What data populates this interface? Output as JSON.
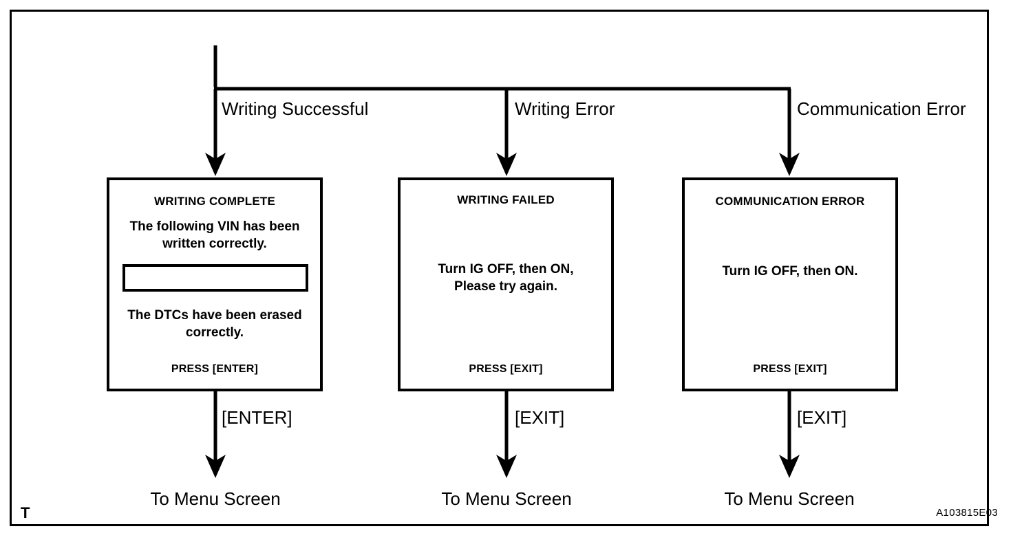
{
  "figure": {
    "corner_mark": "T",
    "code": "A103815E03"
  },
  "branches": [
    {
      "label": "Writing Successful",
      "key": "[ENTER]",
      "terminal": "To Menu Screen"
    },
    {
      "label": "Writing Error",
      "key": "[EXIT]",
      "terminal": "To Menu Screen"
    },
    {
      "label": "Communication Error",
      "key": "[EXIT]",
      "terminal": "To Menu Screen"
    }
  ],
  "screens": [
    {
      "title": "WRITING COMPLETE",
      "body_1": "The following VIN has been\nwritten correctly.",
      "vin_value": "",
      "body_2": "The DTCs have been erased\ncorrectly.",
      "footer": "PRESS [ENTER]"
    },
    {
      "title": "WRITING  FAILED",
      "body": "Turn IG OFF, then ON,\nPlease try again.",
      "footer": "PRESS [EXIT]"
    },
    {
      "title": "COMMUNICATION ERROR",
      "body": "Turn IG OFF, then ON.",
      "footer": "PRESS [EXIT]"
    }
  ],
  "colors": {
    "line": "#000000",
    "background": "#ffffff"
  }
}
